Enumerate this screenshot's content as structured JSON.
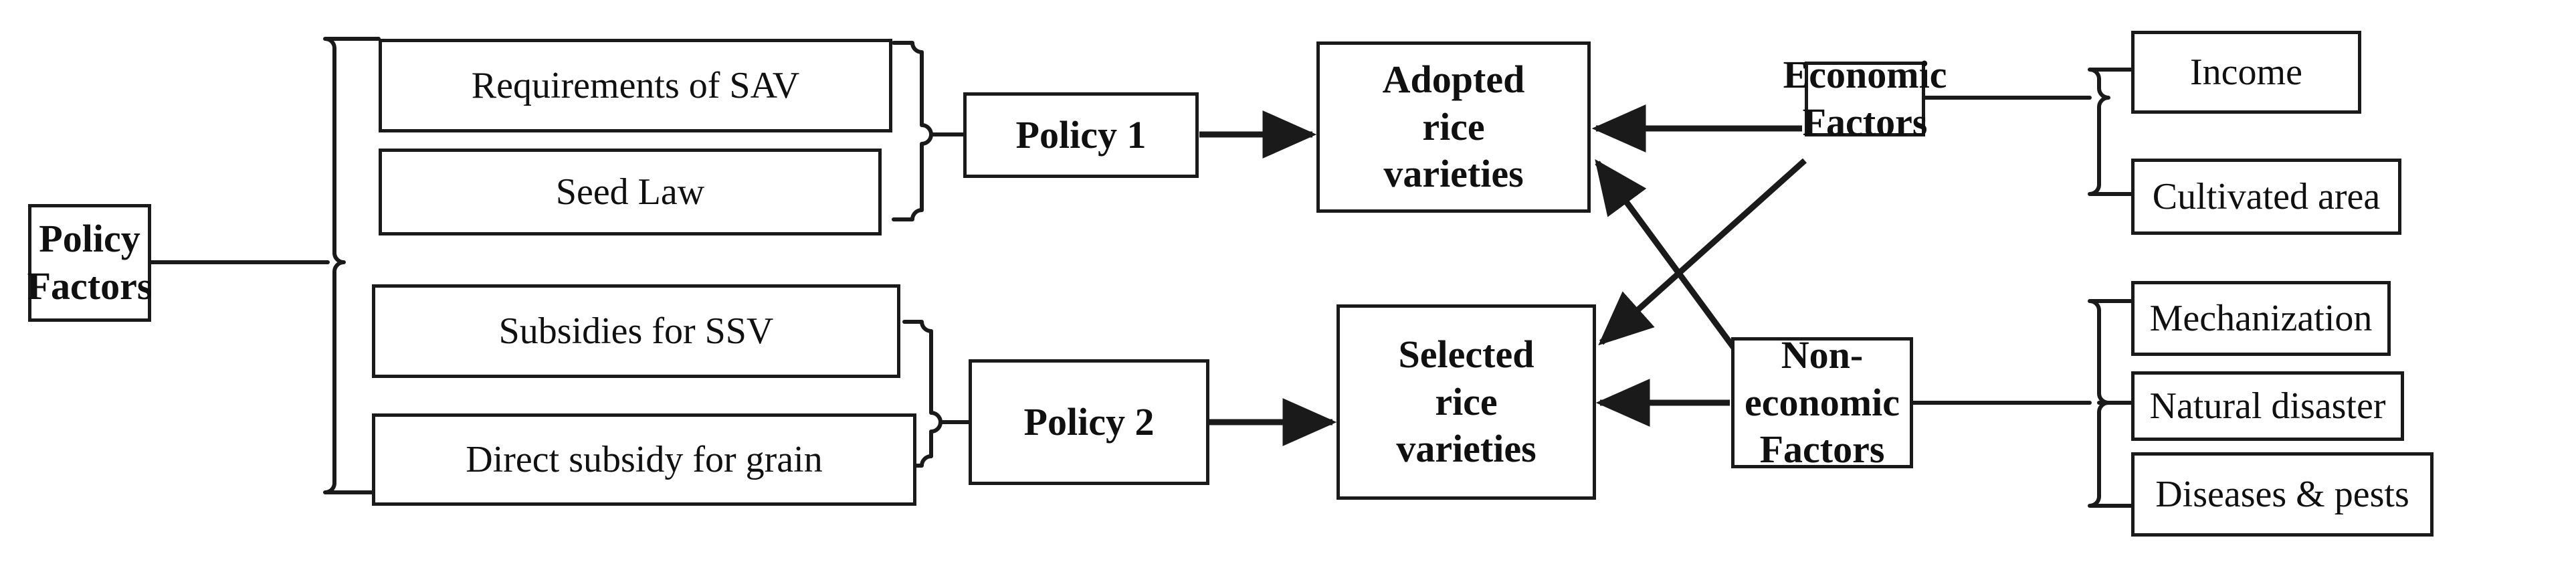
{
  "diagram": {
    "title": "Framework of policy, economic and non-economic factors affecting rice variety adoption and selection",
    "stroke_color": "#1a1a1a",
    "background_color": "#ffffff",
    "text_color": "#101010"
  },
  "nodes": {
    "policy_factors": {
      "label": "Policy\nFactors",
      "line1": "Policy",
      "line2": "Factors",
      "weight": "bold"
    },
    "requirements_sav": {
      "label": "Requirements of SAV",
      "weight": "normal"
    },
    "seed_law": {
      "label": "Seed Law",
      "weight": "normal"
    },
    "subsidies_ssv": {
      "label": "Subsidies for SSV",
      "weight": "normal"
    },
    "direct_subsidy_grain": {
      "label": "Direct subsidy for grain",
      "weight": "normal"
    },
    "policy_1": {
      "label": "Policy 1",
      "weight": "bold"
    },
    "policy_2": {
      "label": "Policy 2",
      "weight": "bold"
    },
    "adopted_rice_varieties": {
      "line1": "Adopted",
      "line2": "rice",
      "line3": "varieties",
      "weight": "bold"
    },
    "selected_rice_varieties": {
      "line1": "Selected",
      "line2": "rice",
      "line3": "varieties",
      "weight": "bold"
    },
    "economic_factors": {
      "line1": "Economic",
      "line2": "Factors",
      "weight": "bold"
    },
    "non_economic_factors": {
      "line1": "Non-economic",
      "line2": "Factors",
      "weight": "bold"
    },
    "income": {
      "label": "Income",
      "weight": "normal"
    },
    "cultivated_area": {
      "label": "Cultivated area",
      "weight": "normal"
    },
    "mechanization": {
      "label": "Mechanization",
      "weight": "normal"
    },
    "natural_disaster": {
      "label": "Natural disaster",
      "weight": "normal"
    },
    "diseases_pests": {
      "label": "Diseases & pests",
      "weight": "normal"
    }
  },
  "connectors": {
    "policy_factors_brace": "curly brace grouping four policy instrument boxes",
    "policy1_brace": "curly brace joining Requirements of SAV and Seed Law into Policy 1",
    "policy2_brace": "curly brace joining Subsidies for SSV and Direct subsidy for grain into Policy 2",
    "economic_brace": "curly brace from Economic Factors to Income and Cultivated area",
    "non_economic_brace": "curly brace from Non-economic Factors to Mechanization, Natural disaster and Diseases & pests"
  },
  "arrows": [
    {
      "from": "policy_1",
      "to": "adopted_rice_varieties",
      "style": "straight"
    },
    {
      "from": "policy_2",
      "to": "selected_rice_varieties",
      "style": "straight"
    },
    {
      "from": "economic_factors",
      "to": "adopted_rice_varieties",
      "style": "straight"
    },
    {
      "from": "economic_factors",
      "to": "selected_rice_varieties",
      "style": "diagonal"
    },
    {
      "from": "non_economic_factors",
      "to": "adopted_rice_varieties",
      "style": "diagonal"
    },
    {
      "from": "non_economic_factors",
      "to": "selected_rice_varieties",
      "style": "straight"
    }
  ]
}
